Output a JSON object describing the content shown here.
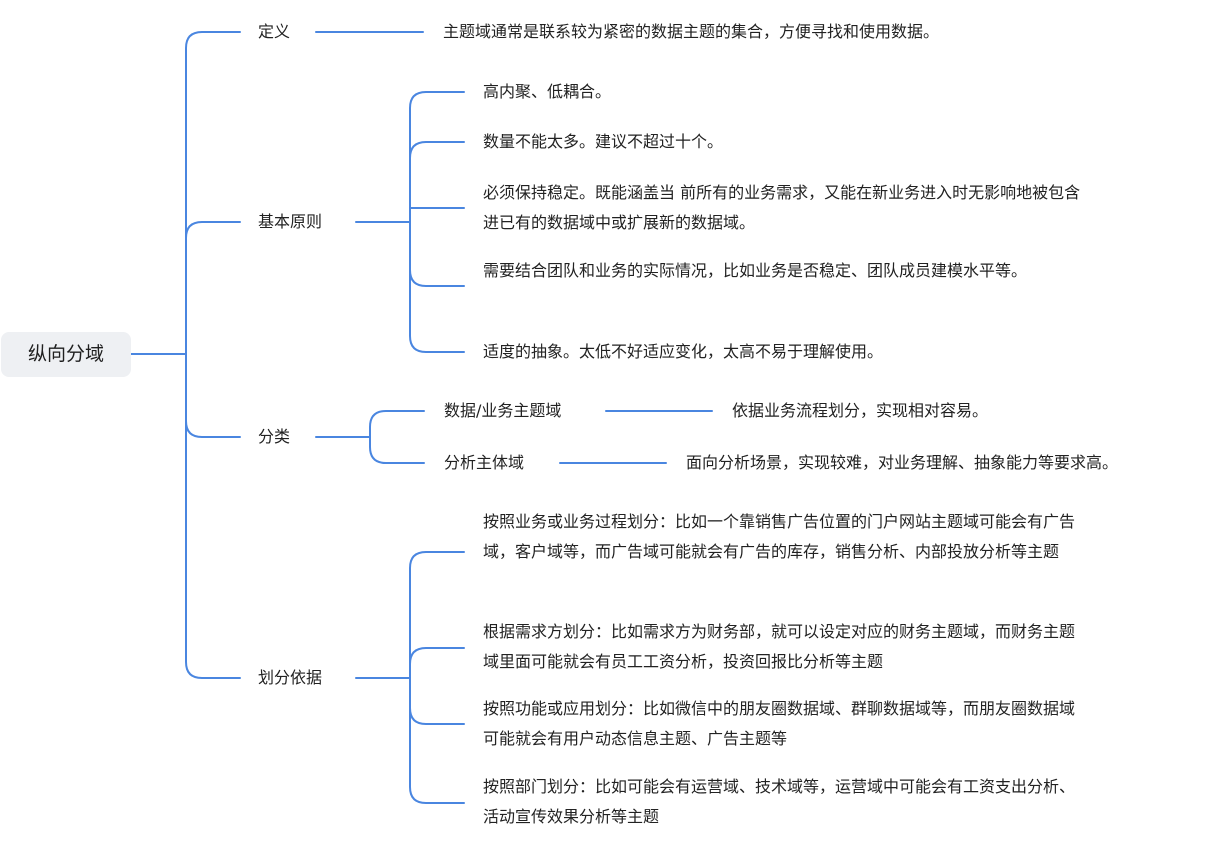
{
  "root": "纵向分域",
  "branches": [
    {
      "label": "定义",
      "children": [
        "主题域通常是联系较为紧密的数据主题的集合，方便寻找和使用数据。"
      ]
    },
    {
      "label": "基本原则",
      "children": [
        "高内聚、低耦合。",
        "数量不能太多。建议不超过十个。",
        "必须保持稳定。既能涵盖当 前所有的业务需求，又能在新业务进入时无影响地被包含进已有的数据域中或扩展新的数据域。",
        "需要结合团队和业务的实际情况，比如业务是否稳定、团队成员建模水平等。",
        "适度的抽象。太低不好适应变化，太高不易于理解使用。"
      ]
    },
    {
      "label": "分类",
      "children": [
        {
          "label": "数据/业务主题域",
          "detail": "依据业务流程划分，实现相对容易。"
        },
        {
          "label": "分析主体域",
          "detail": "面向分析场景，实现较难，对业务理解、抽象能力等要求高。"
        }
      ]
    },
    {
      "label": "划分依据",
      "children": [
        "按照业务或业务过程划分：比如一个靠销售广告位置的门户网站主题域可能会有广告域，客户域等，而广告域可能就会有广告的库存，销售分析、内部投放分析等主题",
        "根据需求方划分：比如需求方为财务部，就可以设定对应的财务主题域，而财务主题域里面可能就会有员工工资分析，投资回报比分析等主题",
        "按照功能或应用划分：比如微信中的朋友圈数据域、群聊数据域等，而朋友圈数据域可能就会有用户动态信息主题、广告主题等",
        "按照部门划分：比如可能会有运营域、技术域等，运营域中可能会有工资支出分析、活动宣传效果分析等主题"
      ]
    }
  ],
  "colors": {
    "line": "#4a86e0",
    "root_bg": "#eef0f3",
    "text": "#222222"
  }
}
